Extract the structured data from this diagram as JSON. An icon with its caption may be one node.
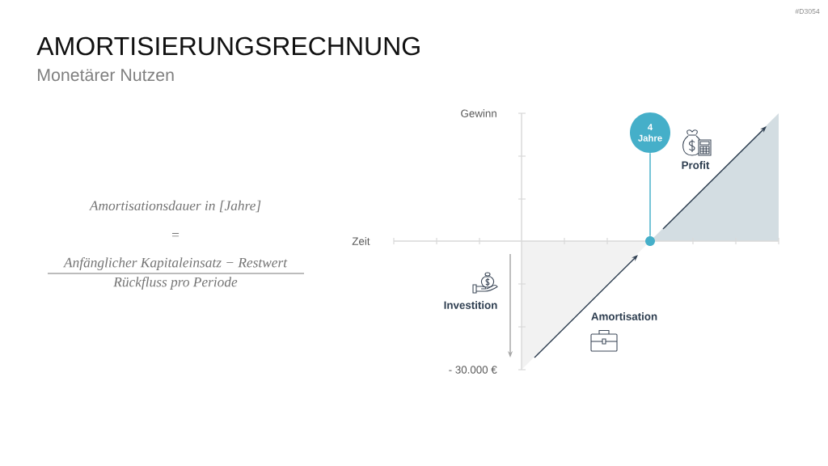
{
  "diagram": {
    "title": "AMORTISIERUNGSRECHNUNG",
    "nodes": [
      {
        "text": [
          "4 Jahre"
        ]
      },
      {
        "text": [],
        "shape": "circle"
      }
    ],
    "edges": [
      {
        "from": 0,
        "to": 1,
        "arrow": "none"
      }
    ],
    "labels": [
      "#D3054",
      "Monetärer Nutzen",
      "Amortisationsdauer in [Jahre]",
      "=",
      "Anfänglicher Kapitaleinsatz − Restwert",
      "Rückfluss pro Periode",
      "Gewinn",
      "Zeit",
      "Profit",
      "Investition",
      "Amortisation",
      "- 30.000 €"
    ]
  }
}
